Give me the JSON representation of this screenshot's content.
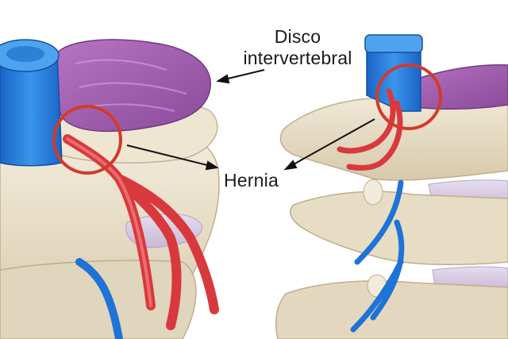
{
  "labels": {
    "disc_line1": "Disco",
    "disc_line2": "intervertebral",
    "hernia": "Hernia"
  },
  "colors": {
    "bone": "#e6dcc6",
    "bone_shadow": "#c8b99a",
    "disc": "#9b5aa8",
    "disc_light": "#c78fd0",
    "spinal_cord": "#1e73d6",
    "spinal_cord_light": "#6fb3f0",
    "nerve_root": "#e84a4a",
    "nerve_dark": "#b8262a",
    "highlight_ring": "#d23a2a",
    "lower_disc": "#d9cfe3",
    "pointer_line": "#111111"
  }
}
